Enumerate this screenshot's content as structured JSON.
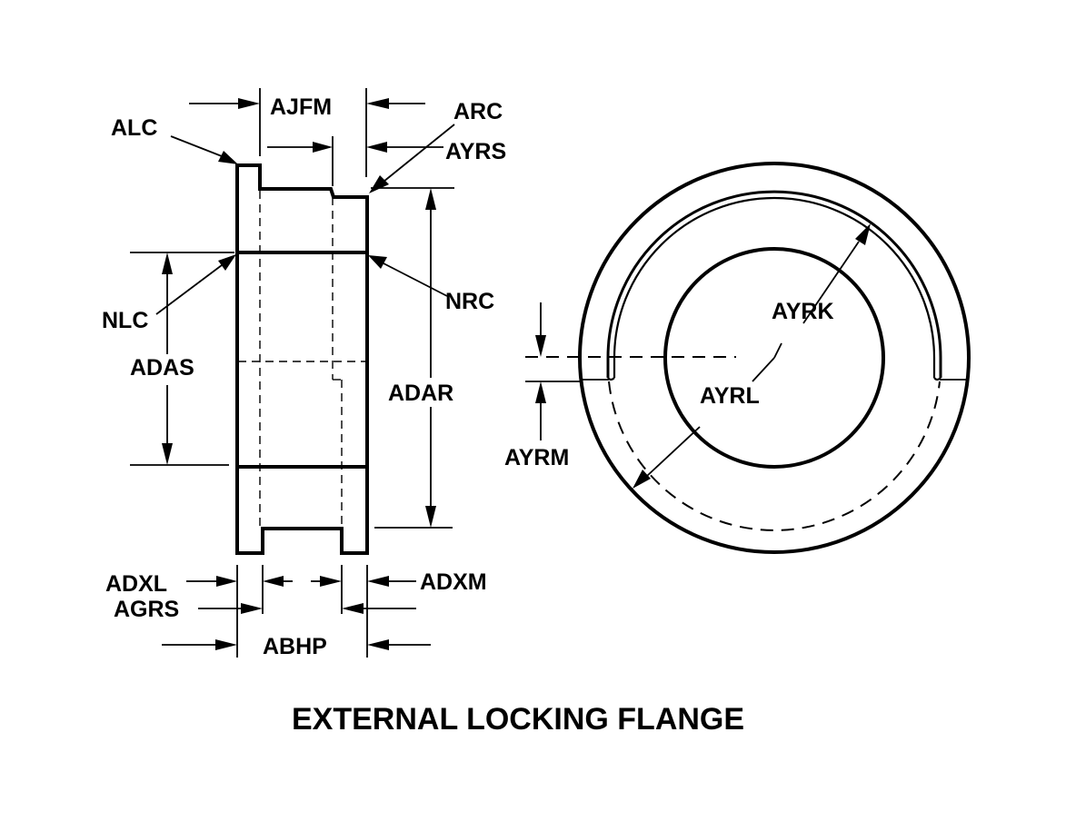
{
  "title": "EXTERNAL LOCKING FLANGE",
  "labels": {
    "alc": "ALC",
    "ajfm": "AJFM",
    "arc": "ARC",
    "ayrs": "AYRS",
    "nlc": "NLC",
    "nrc": "NRC",
    "adas": "ADAS",
    "adar": "ADAR",
    "adxl": "ADXL",
    "agrs": "AGRS",
    "adxm": "ADXM",
    "abhp": "ABHP",
    "ayrk": "AYRK",
    "ayrl": "AYRL",
    "ayrm": "AYRM"
  }
}
